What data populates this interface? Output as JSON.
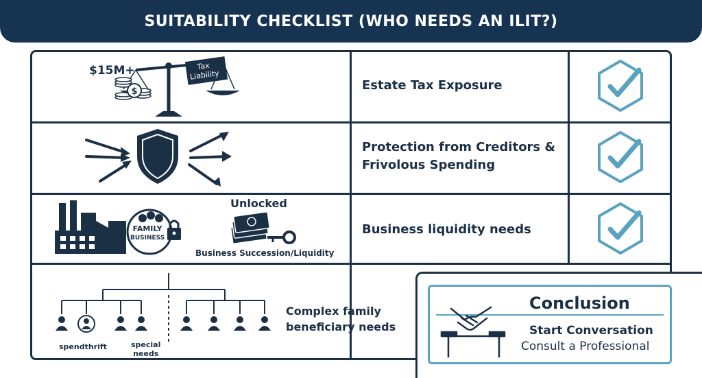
{
  "header": {
    "title": "SUITABILITY CHECKLIST (WHO NEEDS AN ILIT?)"
  },
  "rows": [
    {
      "label_lines": [
        "Estate Tax Exposure"
      ],
      "checked": true
    },
    {
      "label_lines": [
        "Protection from Creditors &",
        "Frivolous Spending"
      ],
      "checked": true
    },
    {
      "label_lines": [
        "Business  liquidity needs"
      ],
      "checked": true
    },
    {
      "label_lines": [
        "Complex family",
        "beneficiary needs"
      ],
      "checked": false
    }
  ],
  "illustrations": {
    "estate": {
      "amount": "$15M+",
      "tag_line1": "Tax",
      "tag_line2": "Liability"
    },
    "business": {
      "badge_line1": "FAMILY",
      "badge_line2": "BUSINESS",
      "unlocked": "Unlocked",
      "caption": "Business Succession/Liquidity"
    },
    "family": {
      "spendthrift": "spendthrift",
      "special_line1": "special",
      "special_line2": "needs"
    }
  },
  "conclusion": {
    "title": "Conclusion",
    "line1": "Start Conversation",
    "line2": "Consult a Professional"
  },
  "colors": {
    "navy": "#163451",
    "ink": "#1b2f45",
    "accent": "#5aa3c0"
  }
}
